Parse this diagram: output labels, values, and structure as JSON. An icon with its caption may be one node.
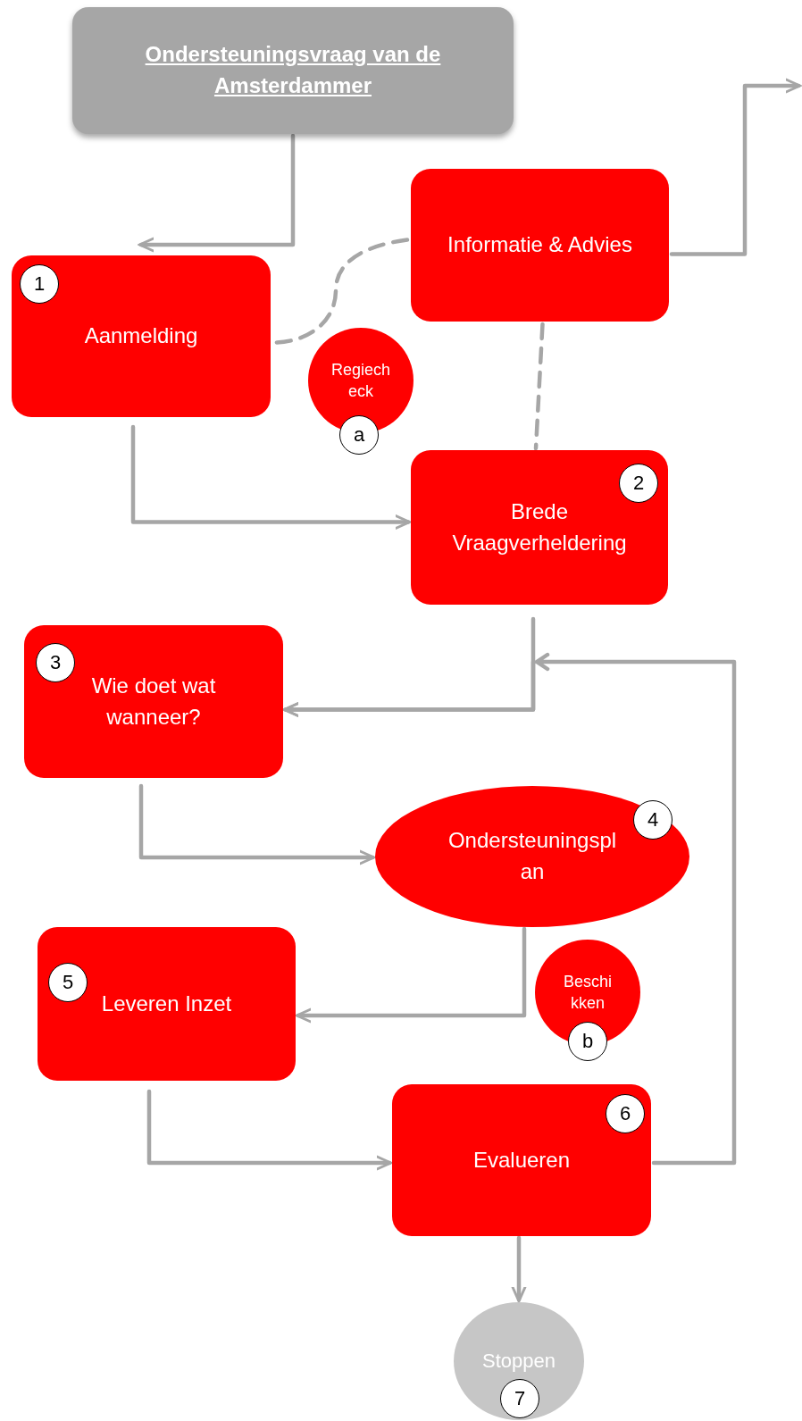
{
  "diagram": {
    "nodes": [
      {
        "text": [
          "Ondersteuningsvraag van de Amsterdammer"
        ]
      },
      {
        "text": [
          "1",
          "Aanmelding"
        ]
      },
      {
        "text": [
          "Informatie & Advies"
        ]
      },
      {
        "text": [
          "Regiecheck",
          "a"
        ]
      },
      {
        "text": [
          "2",
          "Brede Vraagverheldering"
        ]
      },
      {
        "text": [
          "3",
          "Wie doet wat wanneer?"
        ]
      },
      {
        "text": [
          "4",
          "Ondersteuningsplan"
        ]
      },
      {
        "text": [
          "Beschikken",
          "b"
        ]
      },
      {
        "text": [
          "5",
          "Leveren Inzet"
        ]
      },
      {
        "text": [
          "6",
          "Evalueren"
        ]
      },
      {
        "text": [
          "Stoppen",
          "7"
        ]
      }
    ],
    "edges": [
      {
        "from": 0,
        "to": 1,
        "arrow": "to"
      },
      {
        "from": 2,
        "to": null,
        "arrow": "to"
      },
      {
        "from": 2,
        "to": 1,
        "arrow": "none",
        "style": "dashed"
      },
      {
        "from": 2,
        "to": 4,
        "arrow": "none",
        "style": "dashed"
      },
      {
        "from": 1,
        "to": 4,
        "arrow": "to"
      },
      {
        "from": 4,
        "to": 5,
        "arrow": "to"
      },
      {
        "from": 5,
        "to": 6,
        "arrow": "to"
      },
      {
        "from": 6,
        "to": 8,
        "arrow": "to"
      },
      {
        "from": 8,
        "to": 9,
        "arrow": "to"
      },
      {
        "from": 9,
        "to": 5,
        "arrow": "to"
      },
      {
        "from": 9,
        "to": 10,
        "arrow": "to"
      }
    ]
  }
}
